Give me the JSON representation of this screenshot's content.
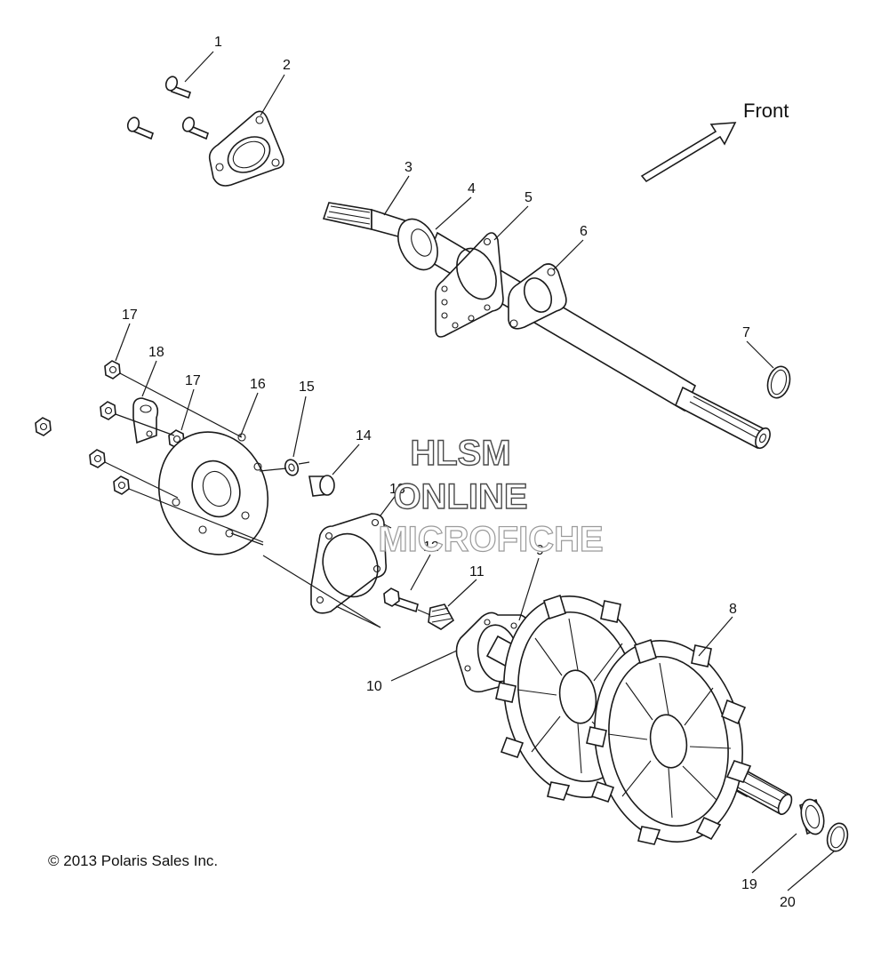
{
  "diagram": {
    "direction_label": "Front",
    "copyright": "© 2013 Polaris Sales Inc.",
    "watermark": {
      "line1": "HLSM",
      "line2": "ONLINE",
      "line3": "MICROFICHE"
    },
    "callouts": {
      "c1": "1",
      "c2": "2",
      "c3": "3",
      "c4": "4",
      "c5": "5",
      "c6": "6",
      "c7": "7",
      "c8": "8",
      "c9": "9",
      "c10": "10",
      "c11": "11",
      "c12": "12",
      "c13": "13",
      "c14": "14",
      "c15": "15",
      "c16": "16",
      "c17a": "17",
      "c17b": "17",
      "c18": "18",
      "c19": "19",
      "c20": "20"
    }
  }
}
